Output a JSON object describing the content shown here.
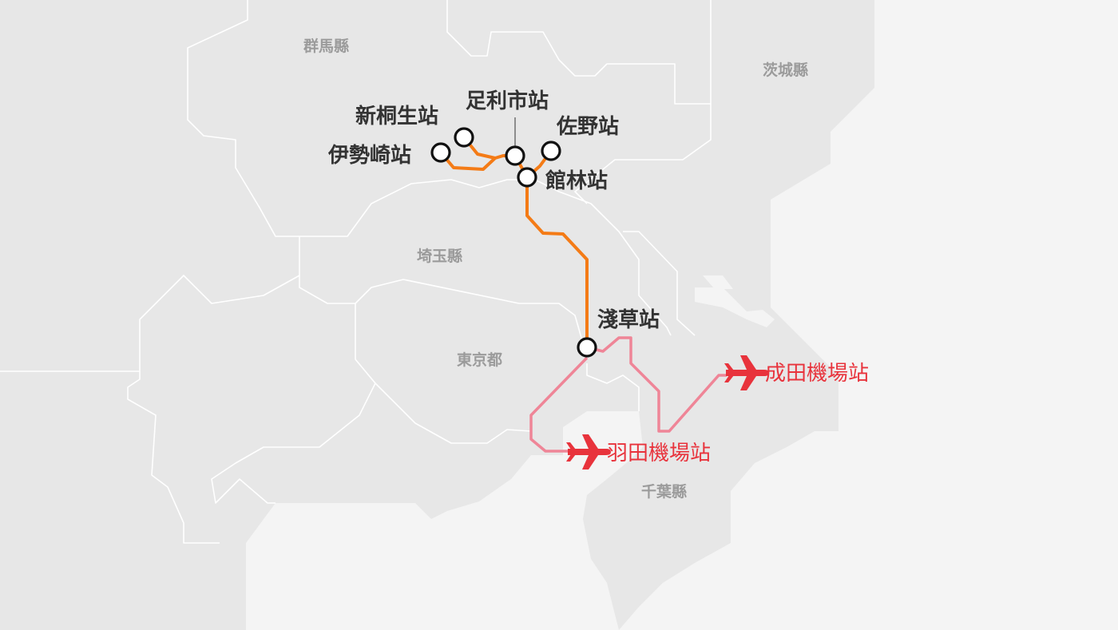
{
  "prefectures": {
    "gunma": "群馬縣",
    "ibaraki": "茨城縣",
    "saitama": "埼玉縣",
    "tokyo": "東京都",
    "chiba": "千葉縣"
  },
  "stations": {
    "shinkiryu": "新桐生站",
    "ashikagashi": "足利市站",
    "sano": "佐野站",
    "isesaki": "伊勢崎站",
    "tatebayashi": "館林站",
    "asakusa": "淺草站"
  },
  "airports": {
    "narita": "成田機場站",
    "haneda": "羽田機場站"
  },
  "colors": {
    "land": "#e7e7e7",
    "sea": "#f4f4f4",
    "border": "#ffffff",
    "tobu_line": "#f47b16",
    "airport_line": "#ef8597",
    "airport": "#e8333c",
    "station_label": "#333333",
    "prefecture_label": "#9b9b9b"
  },
  "icons": {
    "airport": "airplane-icon",
    "station": "station-circle-icon"
  }
}
